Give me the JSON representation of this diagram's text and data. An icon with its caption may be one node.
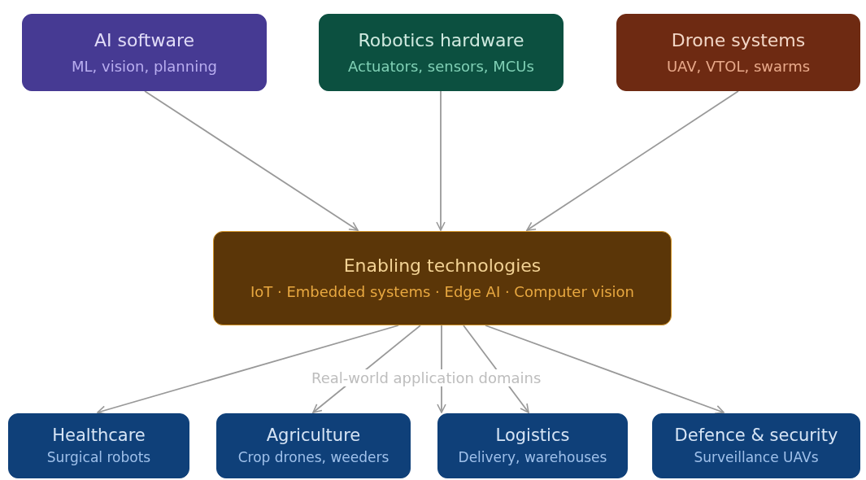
{
  "diagram": {
    "nodes": [
      {
        "text": [
          "AI software",
          "ML, vision, planning"
        ]
      },
      {
        "text": [
          "Robotics hardware",
          "Actuators, sensors, MCUs"
        ]
      },
      {
        "text": [
          "Drone systems",
          "UAV, VTOL, swarms"
        ]
      },
      {
        "text": [
          "Enabling technologies",
          "IoT · Embedded systems · Edge AI · Computer vision"
        ]
      },
      {
        "text": [
          "Healthcare",
          "Surgical robots"
        ]
      },
      {
        "text": [
          "Agriculture",
          "Crop drones, weeders"
        ]
      },
      {
        "text": [
          "Logistics",
          "Delivery, warehouses"
        ]
      },
      {
        "text": [
          "Defence & security",
          "Surveillance UAVs"
        ]
      }
    ],
    "edges": [
      {
        "from": 0,
        "to": 3,
        "arrow": "to"
      },
      {
        "from": 1,
        "to": 3,
        "arrow": "to"
      },
      {
        "from": 2,
        "to": 3,
        "arrow": "to"
      },
      {
        "from": 3,
        "to": 4,
        "arrow": "to"
      },
      {
        "from": 3,
        "to": 5,
        "arrow": "to"
      },
      {
        "from": 3,
        "to": 6,
        "arrow": "to"
      },
      {
        "from": 3,
        "to": 6,
        "arrow": "to"
      },
      {
        "from": 3,
        "to": 7,
        "arrow": "to"
      }
    ],
    "labels": [
      "Real-world application domains"
    ]
  }
}
